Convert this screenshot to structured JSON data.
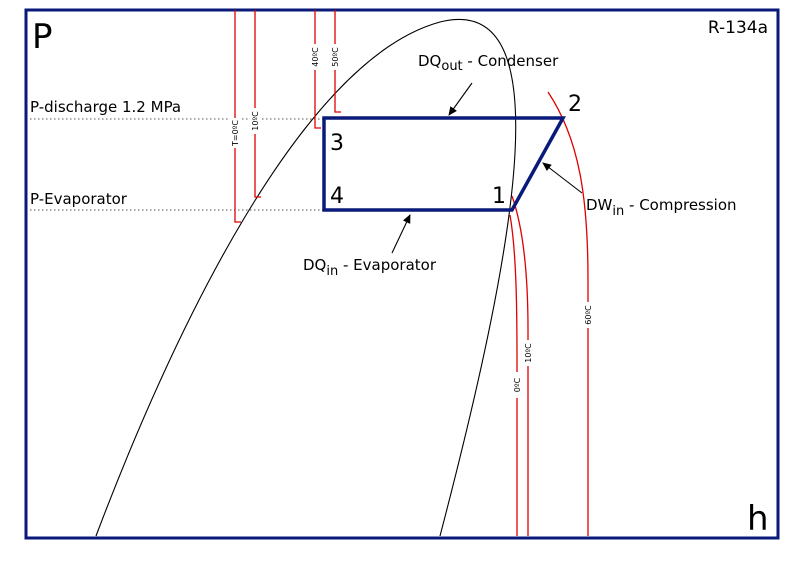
{
  "axes": {
    "y_label": "P",
    "x_label": "h"
  },
  "refrigerant": "R-134a",
  "pressure_lines": {
    "discharge": "P-discharge 1.2 MPa",
    "evaporator": "P-Evaporator"
  },
  "states": {
    "s1": "1",
    "s2": "2",
    "s3": "3",
    "s4": "4"
  },
  "processes": {
    "condenser": {
      "main": "DQ",
      "sub": "out",
      "tail": " - Condenser"
    },
    "evaporator": {
      "main": "DQ",
      "sub": "in",
      "tail": " - Evaporator"
    },
    "compression": {
      "main": "DW",
      "sub": "in",
      "tail": " - Compression"
    }
  },
  "isotherms": {
    "t0_left": "T=0ºC",
    "t10_left": "10ºC",
    "t40": "40ºC",
    "t50": "50ºC",
    "t0_right": "0ºC",
    "t10_right": "10ºC",
    "t60": "60ºC"
  },
  "colors": {
    "frame": "#0a1a7a",
    "cycle": "#0a1a7a",
    "isotherm": "#e00000",
    "dome": "#000000"
  }
}
